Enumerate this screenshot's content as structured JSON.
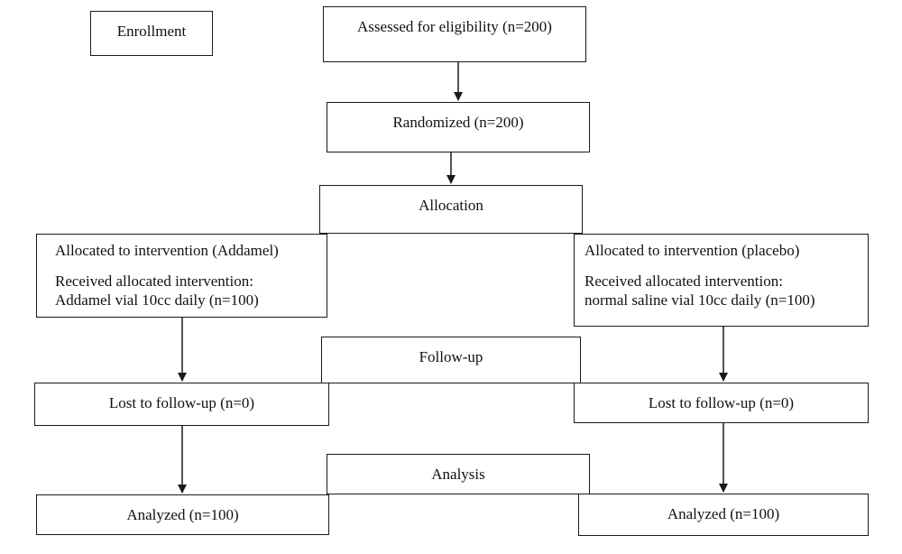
{
  "enrollment": {
    "label": "Enrollment"
  },
  "assessed": {
    "label": "Assessed for eligibility (n=200)"
  },
  "randomized": {
    "label": "Randomized (n=200)"
  },
  "allocation": {
    "label": "Allocation"
  },
  "intervention_left": {
    "title": "Allocated to intervention (Addamel)",
    "received_line1": "Received allocated intervention:",
    "received_line2": "Addamel vial 10cc daily (n=100)"
  },
  "intervention_right": {
    "title": "Allocated to intervention (placebo)",
    "received_line1": "Received allocated intervention:",
    "received_line2": "normal saline vial 10cc daily (n=100)"
  },
  "followup": {
    "label": "Follow-up"
  },
  "lost_left": {
    "label": "Lost to follow-up (n=0)"
  },
  "lost_right": {
    "label": "Lost to follow-up (n=0)"
  },
  "analysis": {
    "label": "Analysis"
  },
  "analyzed_left": {
    "label": "Analyzed (n=100)"
  },
  "analyzed_right": {
    "label": "Analyzed (n=100)"
  },
  "colors": {
    "stroke": "#1a1a1a",
    "background": "#ffffff",
    "text": "#111111"
  }
}
